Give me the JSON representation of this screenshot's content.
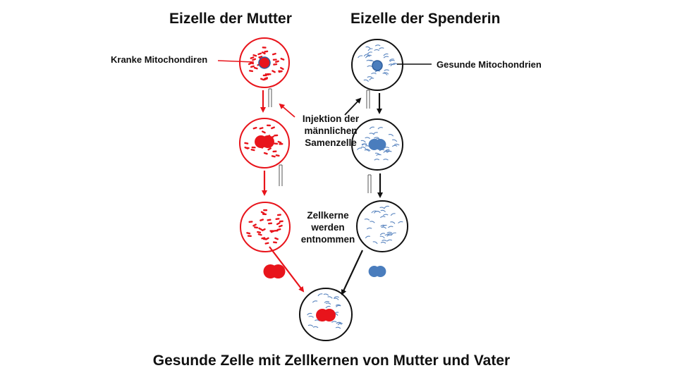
{
  "titles": {
    "mother_egg": "Eizelle der Mutter",
    "donor_egg": "Eizelle der Spenderin",
    "result": "Gesunde Zelle mit Zellkernen von Mutter und Vater"
  },
  "labels": {
    "sick_mito": "Kranke Mitochondiren",
    "healthy_mito": "Gesunde Mitochondrien",
    "injection": [
      "Injektion der",
      "männlichen",
      "Samenzelle"
    ],
    "nuclei_removed": [
      "Zellkerne",
      "werden",
      "entnommen"
    ]
  },
  "colors": {
    "mother": "#e8141b",
    "donor_outline": "#111111",
    "donor_mito": "#5b86c0",
    "donor_nucleus": "#4a7dbd",
    "arrow_dark": "#111111"
  }
}
